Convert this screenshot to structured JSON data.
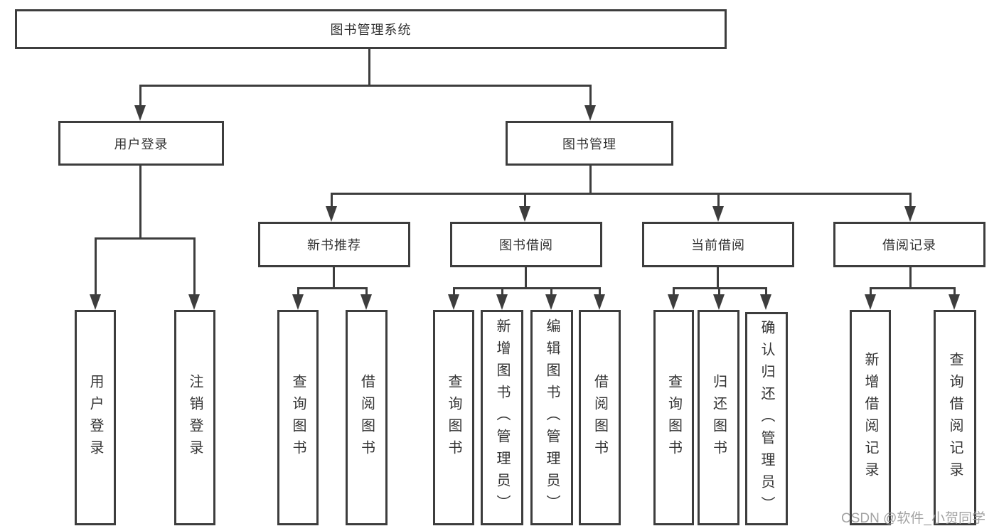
{
  "title": "图书管理系统",
  "colors": {
    "line": "#3d3d3d",
    "text": "#333333",
    "watermark": "#999999",
    "bg": "#ffffff"
  },
  "nodes": {
    "root": {
      "label": "图书管理系统"
    },
    "user_login": {
      "label": "用户登录"
    },
    "book_mgmt": {
      "label": "图书管理"
    },
    "new_book_rec": {
      "label": "新书推荐"
    },
    "book_borrow": {
      "label": "图书借阅"
    },
    "current_borrow": {
      "label": "当前借阅"
    },
    "borrow_records": {
      "label": "借阅记录"
    },
    "leaf_user_login": {
      "label": "用户登录"
    },
    "leaf_logout": {
      "label": "注销登录"
    },
    "leaf_nbr_query": {
      "label": "查询图书"
    },
    "leaf_nbr_borrow": {
      "label": "借阅图书"
    },
    "leaf_bb_query": {
      "label": "查询图书"
    },
    "leaf_bb_add": {
      "label": "新增图书（管理员）"
    },
    "leaf_bb_edit": {
      "label": "编辑图书（管理员）"
    },
    "leaf_bb_borrow": {
      "label": "借阅图书"
    },
    "leaf_cb_query": {
      "label": "查询图书"
    },
    "leaf_cb_return": {
      "label": "归还图书"
    },
    "leaf_cb_confirm": {
      "label": "确认归还（管理员）"
    },
    "leaf_br_add": {
      "label": "新增借阅记录"
    },
    "leaf_br_query": {
      "label": "查询借阅记录"
    }
  },
  "hierarchy": {
    "图书管理系统": [
      "用户登录",
      "图书管理"
    ],
    "用户登录": [
      "用户登录",
      "注销登录"
    ],
    "图书管理": [
      "新书推荐",
      "图书借阅",
      "当前借阅",
      "借阅记录"
    ],
    "新书推荐": [
      "查询图书",
      "借阅图书"
    ],
    "图书借阅": [
      "查询图书",
      "新增图书（管理员）",
      "编辑图书（管理员）",
      "借阅图书"
    ],
    "当前借阅": [
      "查询图书",
      "归还图书",
      "确认归还（管理员）"
    ],
    "借阅记录": [
      "新增借阅记录",
      "查询借阅记录"
    ]
  },
  "watermark": {
    "text": "CSDN @软件_小贺同学"
  }
}
